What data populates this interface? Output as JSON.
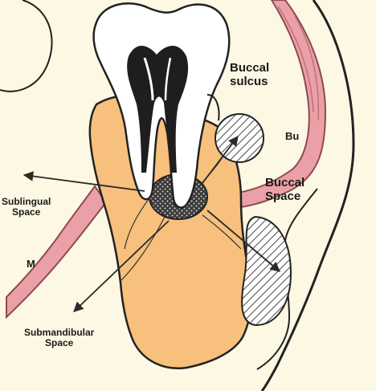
{
  "labels": {
    "buccal_sulcus_line1": "Buccal",
    "buccal_sulcus_line2": "sulcus",
    "bu": "Bu",
    "buccal_space_line1": "Buccal",
    "buccal_space_line2": "Space",
    "sublingual_line1": "Sublingual",
    "sublingual_line2": "Space",
    "m": "M",
    "submandibular_line1": "Submandibular",
    "submandibular_line2": "Space"
  },
  "colors": {
    "background": "#fdf8e3",
    "bone": "#f7c07c",
    "muscle": "#eaa0a6",
    "tooth": "#ffffff",
    "outline": "#1e1e1e",
    "abscess_hatch": "#555555"
  }
}
